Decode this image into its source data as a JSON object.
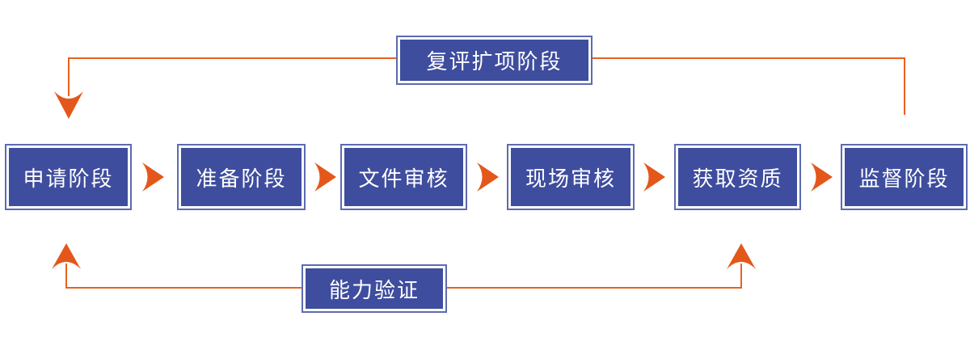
{
  "diagram": {
    "stages": [
      {
        "label": "申请阶段"
      },
      {
        "label": "准备阶段"
      },
      {
        "label": "文件审核"
      },
      {
        "label": "现场审核"
      },
      {
        "label": "获取资质"
      },
      {
        "label": "监督阶段"
      }
    ],
    "top_feedback": {
      "label": "复评扩项阶段"
    },
    "bottom_feedback": {
      "label": "能力验证"
    }
  },
  "colors": {
    "box_fill": "#3E4D9E",
    "box_border": "#5C6BB0",
    "arrow_orange": "#E4571B",
    "line_orange": "#E8611F",
    "label_text": "#FFFFFF",
    "background": "#FFFFFF"
  }
}
